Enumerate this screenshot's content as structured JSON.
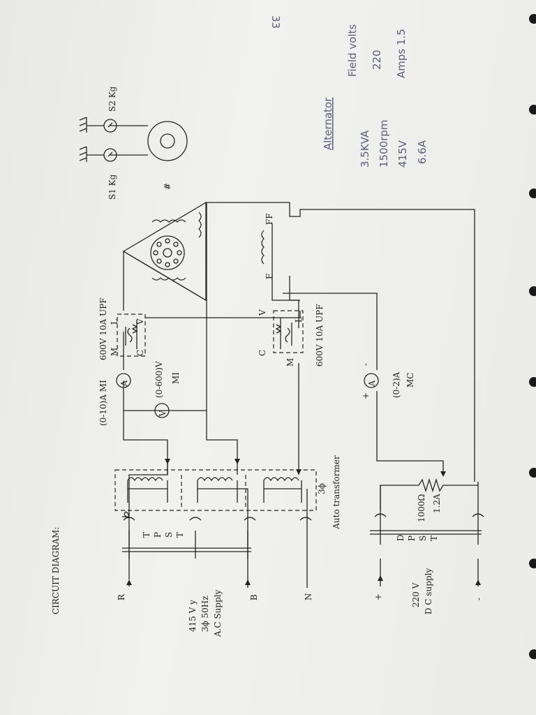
{
  "page_number": "33",
  "title": "CIRCUIT DIAGRAM:",
  "supply_ac": {
    "phase_r": "R",
    "phase_b": "B",
    "neutral": "N",
    "line1": "415 V y",
    "line2": "3ϕ 50Hz",
    "line3": "A.C Supply",
    "switch_letters": [
      "T",
      "P",
      "S",
      "T"
    ]
  },
  "supply_dc": {
    "plus": "+",
    "minus": "-",
    "line1": "220 V",
    "line2": "D C supply",
    "switch_letters": [
      "D",
      "P",
      "S",
      "T"
    ]
  },
  "rheostat": {
    "line1": "1000Ω",
    "line2": "1.2A"
  },
  "autotransformer": {
    "line1": "3ϕ",
    "line2": "Auto transformer"
  },
  "ammeter_ac": {
    "symbol": "A",
    "label": "(0-10)A MI"
  },
  "voltmeter": {
    "symbol": "V",
    "label1": "(0-600)V",
    "label2": "MI"
  },
  "ammeter_dc": {
    "symbol": "A",
    "plus": "+",
    "minus": "-",
    "label1": "(0-2)A",
    "label2": "MC"
  },
  "wattmeter1": {
    "rating": "600V 10A UPF",
    "M": "M",
    "L": "L",
    "C": "C",
    "V": "V"
  },
  "wattmeter2": {
    "rating": "600V 10A UPF",
    "M": "M",
    "L": "L",
    "C": "C",
    "V": "V"
  },
  "field": {
    "F": "F",
    "FF": "FF"
  },
  "spring_balance": {
    "s1": "S1 Kg",
    "s2": "S2 Kg"
  },
  "hash": "#",
  "handwritten": {
    "heading": "Alternator",
    "col1": [
      "3.5KVA",
      "1500rpm",
      "415V",
      "6.6A"
    ],
    "col2_head": "Field volts",
    "col2": [
      "220",
      "Amps 1.5"
    ]
  }
}
